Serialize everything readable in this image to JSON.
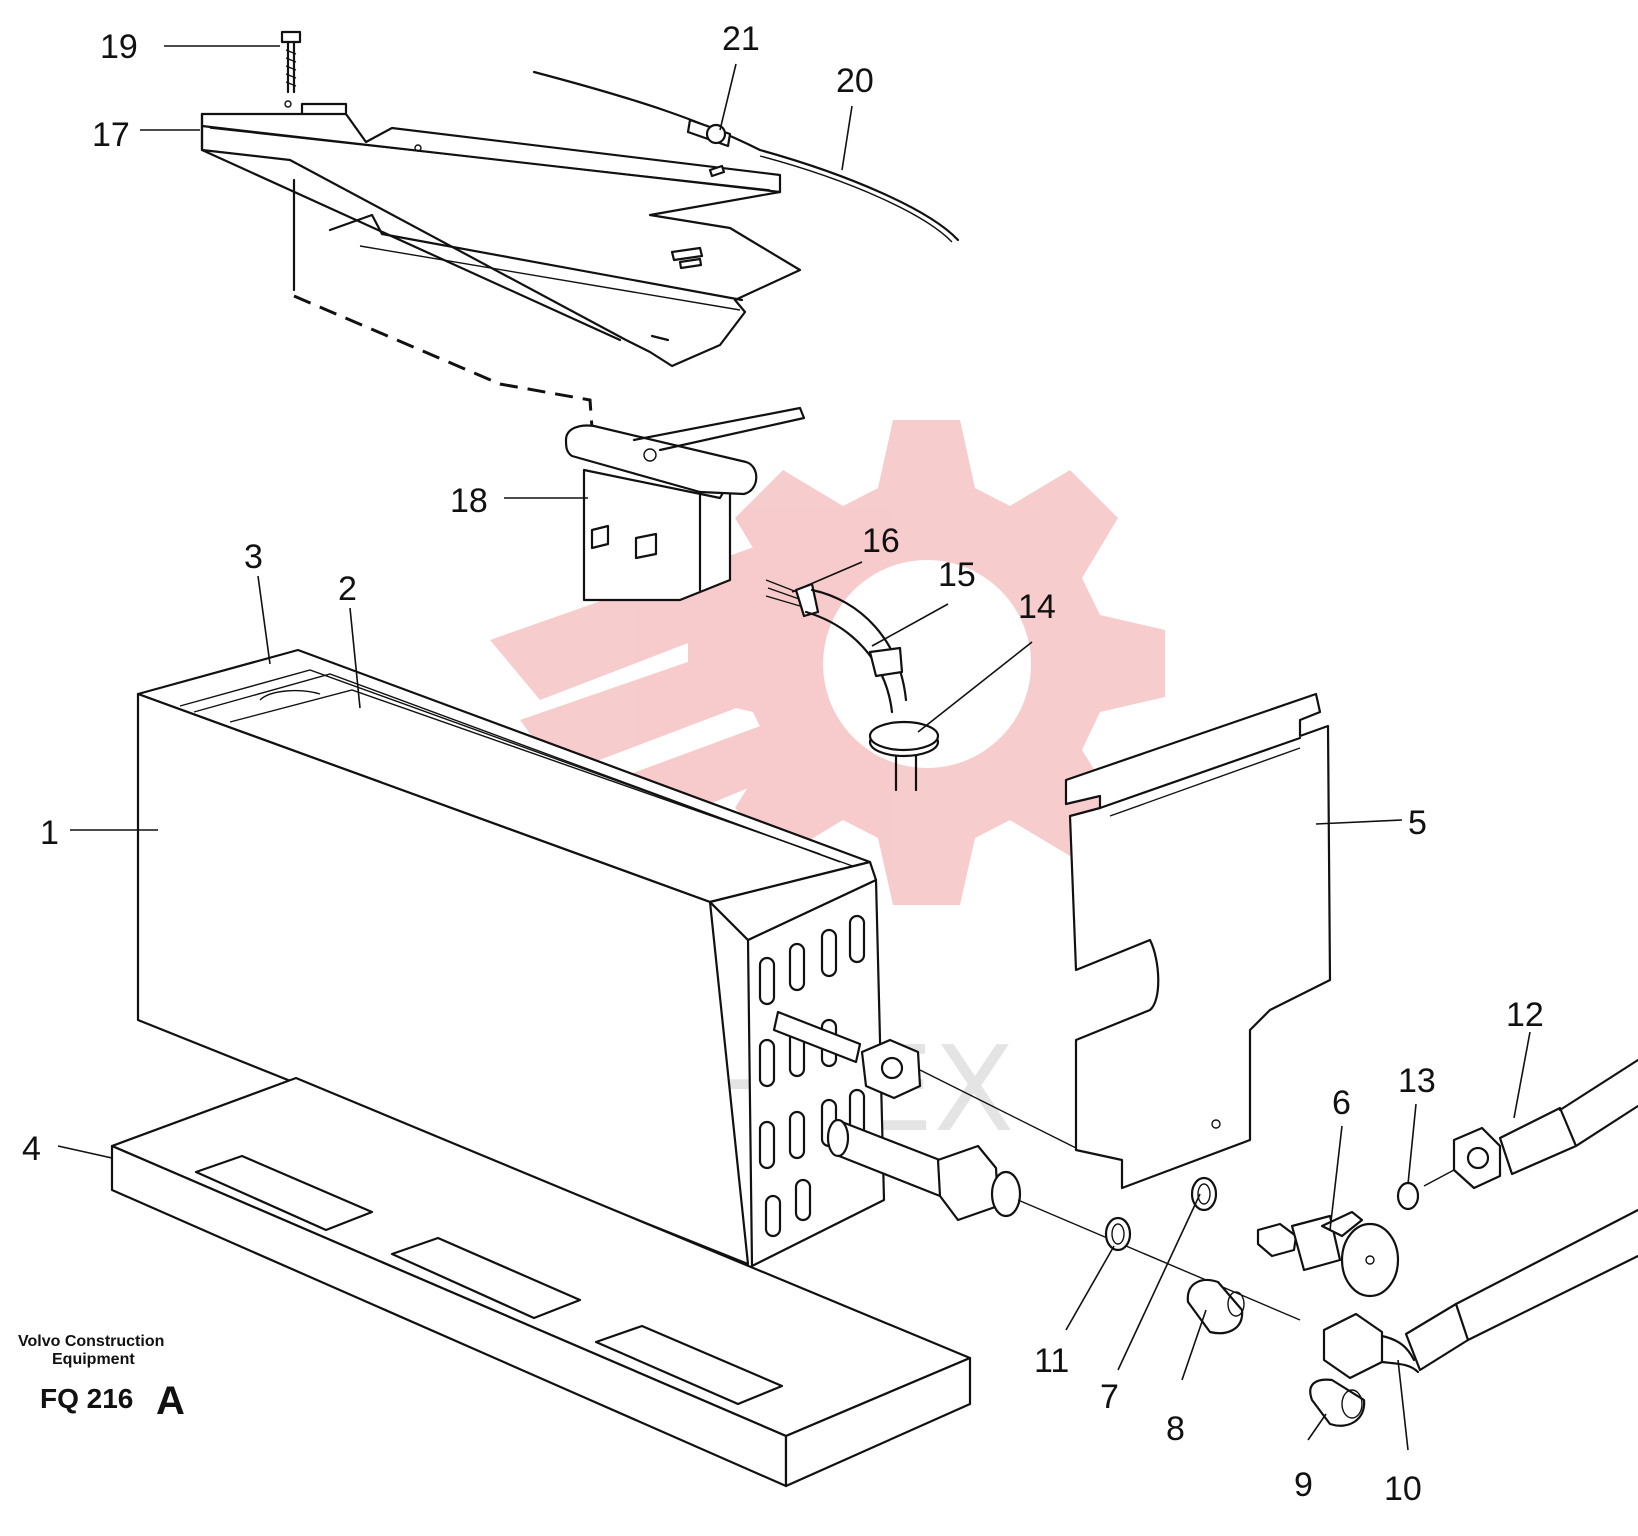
{
  "watermark": {
    "text": "ИНТЕХ",
    "gear_color": "#f7c9c9",
    "text_color": "#e3e3e3"
  },
  "callouts": [
    {
      "id": "1",
      "label": "1"
    },
    {
      "id": "2",
      "label": "2"
    },
    {
      "id": "3",
      "label": "3"
    },
    {
      "id": "4",
      "label": "4"
    },
    {
      "id": "5",
      "label": "5"
    },
    {
      "id": "6",
      "label": "6"
    },
    {
      "id": "7",
      "label": "7"
    },
    {
      "id": "8",
      "label": "8"
    },
    {
      "id": "9",
      "label": "9"
    },
    {
      "id": "10",
      "label": "10"
    },
    {
      "id": "11",
      "label": "11"
    },
    {
      "id": "12",
      "label": "12"
    },
    {
      "id": "13",
      "label": "13"
    },
    {
      "id": "14",
      "label": "14"
    },
    {
      "id": "15",
      "label": "15"
    },
    {
      "id": "16",
      "label": "16"
    },
    {
      "id": "17",
      "label": "17"
    },
    {
      "id": "18",
      "label": "18"
    },
    {
      "id": "19",
      "label": "19"
    },
    {
      "id": "20",
      "label": "20"
    },
    {
      "id": "21",
      "label": "21"
    }
  ],
  "credit": {
    "line1": "Volvo Construction",
    "line2": "Equipment",
    "code": "FQ 216",
    "revision": "A"
  }
}
